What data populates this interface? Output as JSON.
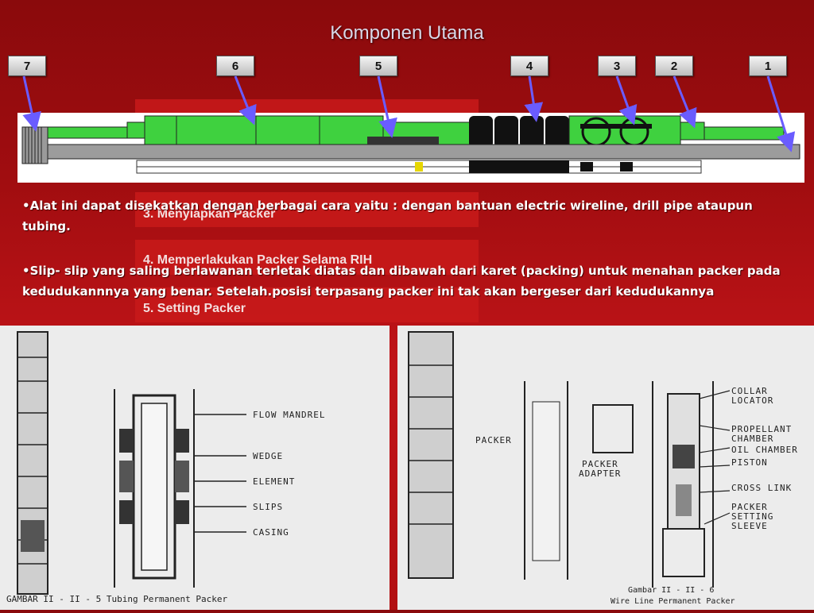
{
  "title": "Komponen Utama",
  "callouts": [
    "7",
    "6",
    "5",
    "4",
    "3",
    "2",
    "1"
  ],
  "menu_items": [
    "3. Menyiapkan Packer",
    "4. Memperlakukan Packer Selama RIH",
    "5. Setting Packer"
  ],
  "paragraphs": [
    "•Alat ini dapat disekatkan dengan berbagai cara yaitu : dengan bantuan electric wireline, drill pipe ataupun tubing.",
    "•Slip- slip yang saling berlawanan terletak diatas dan dibawah dari karet (packing) untuk menahan packer pada kedudukannnya yang benar. Setelah.posisi terpasang packer ini tak akan bergeser dari kedudukannya"
  ],
  "left_figure": {
    "labels": [
      "FLOW MANDREL",
      "WEDGE",
      "ELEMENT",
      "SLIPS",
      "CASING"
    ],
    "caption": "GAMBAR II - II - 5   Tubing Permanent Packer"
  },
  "right_figure": {
    "labels": [
      "PACKER",
      "PACKER",
      "ADAPTER",
      "COLLAR",
      "LOCATOR",
      "PROPELLANT",
      "CHAMBER",
      "OIL CHAMBER",
      "PISTON",
      "CROSS LINK",
      "PACKER",
      "SETTING",
      "SLEEVE"
    ],
    "caption_line1": "Gambar II - II - 6",
    "caption_line2": "Wire Line Permanent Packer"
  },
  "colors": {
    "tool_green": "#3fd13f",
    "arrow": "#6a5cff",
    "background": "#a10d10"
  }
}
